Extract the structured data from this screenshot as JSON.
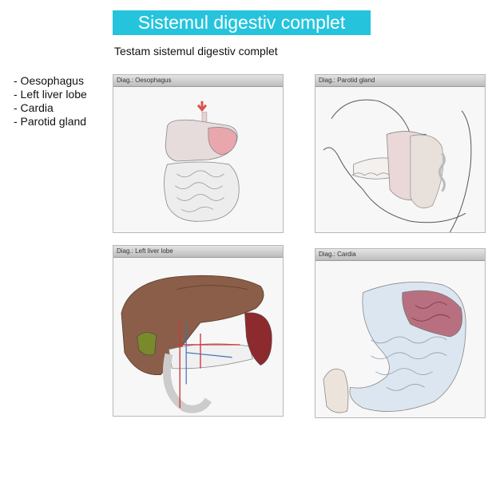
{
  "header": {
    "title": "Sistemul digestiv complet",
    "subtitle": "Testam sistemul digestiv complet"
  },
  "diagnoses": [
    "- Oesophagus",
    "- Left liver lobe",
    "- Cardia",
    "- Parotid gland"
  ],
  "panels": {
    "oesophagus": {
      "label": "Diag.: Oesophagus",
      "icon": "digestive-system-illustration"
    },
    "parotid": {
      "label": "Diag.: Parotid gland",
      "icon": "head-parotid-illustration"
    },
    "liver": {
      "label": "Diag.: Left liver lobe",
      "icon": "liver-pancreas-illustration"
    },
    "cardia": {
      "label": "Diag.: Cardia",
      "icon": "stomach-illustration"
    }
  },
  "colors": {
    "accent": "#25c4dc",
    "arrow": "#e0504a"
  }
}
